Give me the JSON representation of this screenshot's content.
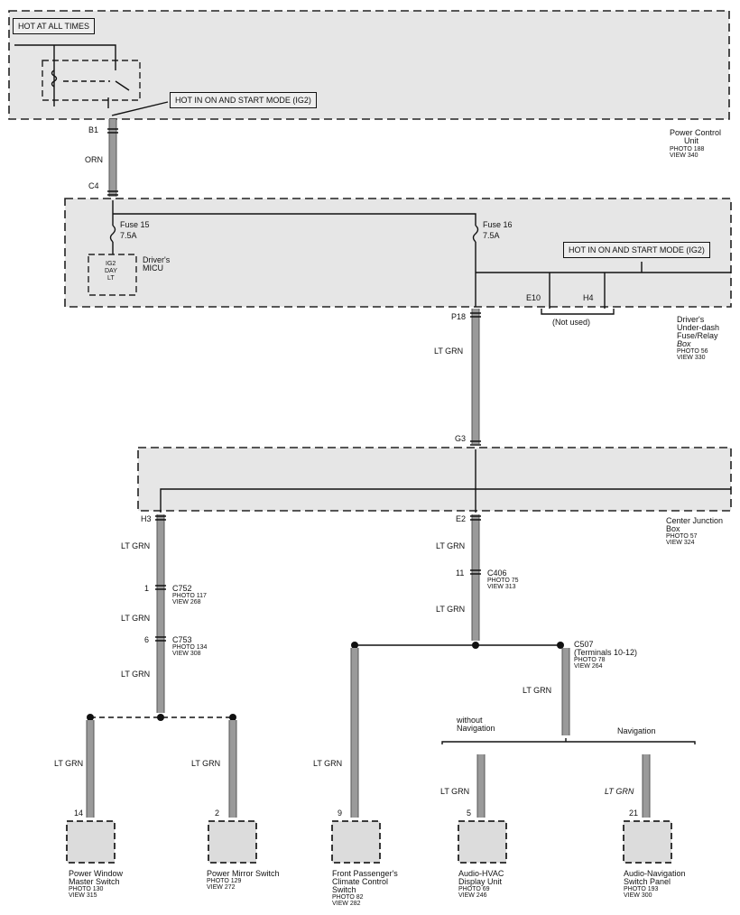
{
  "boxes": {
    "hot_at_all_times": "HOT AT ALL TIMES",
    "hot_ig2_top": "HOT IN ON AND START MODE (IG2)",
    "hot_ig2_fuse": "HOT IN ON AND START MODE (IG2)"
  },
  "power_control_unit": {
    "name1": "Power Control",
    "name2": "Unit",
    "photo": "PHOTO 188",
    "view": "VIEW 340"
  },
  "connectors": {
    "b1": "B1",
    "c4": "C4",
    "p18": "P18",
    "g3": "G3",
    "h3": "H3",
    "e2": "E2",
    "e10": "E10",
    "h4": "H4",
    "not_used": "(Not used)"
  },
  "wires": {
    "orn": "ORN",
    "lt_grn": "LT GRN"
  },
  "fuses": {
    "fuse15": "Fuse 15",
    "fuse15_amp": "7.5A",
    "fuse16": "Fuse 16",
    "fuse16_amp": "7.5A"
  },
  "micu": {
    "ig2_1": "IG2",
    "ig2_2": "DAY",
    "ig2_3": "LT",
    "name1": "Driver's",
    "name2": "MICU"
  },
  "fuse_box": {
    "l1": "Driver's",
    "l2": "Under-dash",
    "l3": "Fuse/Relay",
    "l4": "Box",
    "photo": "PHOTO 56",
    "view": "VIEW 330"
  },
  "center_box": {
    "l1": "Center Junction",
    "l2": "Box",
    "photo": "PHOTO 57",
    "view": "VIEW 324"
  },
  "c752": {
    "pin": "1",
    "name": "C752",
    "photo": "PHOTO 117",
    "view": "VIEW 268"
  },
  "c753": {
    "pin": "6",
    "name": "C753",
    "photo": "PHOTO 134",
    "view": "VIEW 308"
  },
  "c406": {
    "pin": "11",
    "name": "C406",
    "photo": "PHOTO 75",
    "view": "VIEW 313"
  },
  "c507": {
    "name": "C507",
    "terminals": "(Terminals 10-12)",
    "photo": "PHOTO 78",
    "view": "VIEW 264"
  },
  "branch": {
    "without1": "without",
    "without2": "Navigation",
    "with": "Navigation"
  },
  "components": [
    {
      "pin": "14",
      "l1": "Power Window",
      "l2": "Master Switch",
      "l3": "",
      "photo": "PHOTO 130",
      "view": "VIEW 315"
    },
    {
      "pin": "2",
      "l1": "Power Mirror Switch",
      "l2": "",
      "l3": "",
      "photo": "PHOTO 129",
      "view": "VIEW 272"
    },
    {
      "pin": "9",
      "l1": "Front Passenger's",
      "l2": "Climate Control",
      "l3": "Switch",
      "photo": "PHOTO 82",
      "view": "VIEW 282"
    },
    {
      "pin": "5",
      "l1": "Audio-HVAC",
      "l2": "Display Unit",
      "l3": "",
      "photo": "PHOTO 69",
      "view": "VIEW 246"
    },
    {
      "pin": "21",
      "l1": "Audio-Navigation",
      "l2": "Switch Panel",
      "l3": "",
      "photo": "PHOTO 193",
      "view": "VIEW 300"
    }
  ]
}
